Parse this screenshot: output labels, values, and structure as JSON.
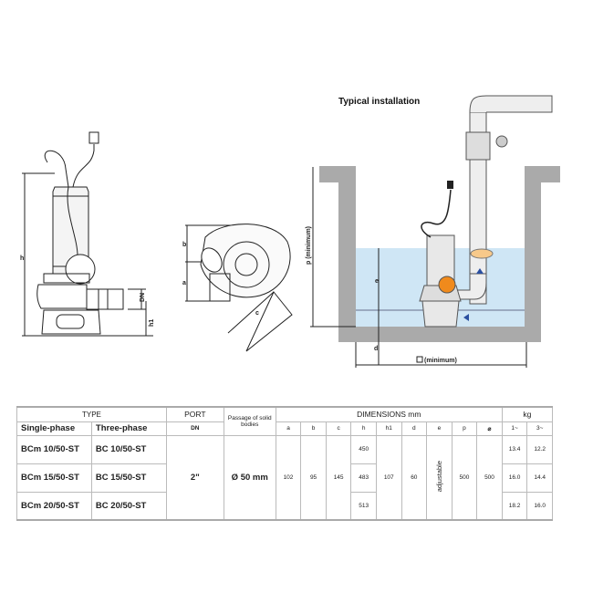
{
  "installation_title": "Typical installation",
  "diagram_labels": {
    "h": "h",
    "dn": "DN",
    "h1": "h1",
    "a": "a",
    "b": "b",
    "c": "c",
    "p_min": "p (minimum)",
    "e": "e",
    "d": "d",
    "diameter_min": "(minimum)"
  },
  "table": {
    "type_header": "TYPE",
    "single_phase": "Single-phase",
    "three_phase": "Three-phase",
    "port_header": "PORT",
    "port_sub": "DN",
    "passage_header": "Passage of solid bodies",
    "dimensions_header": "DIMENSIONS mm",
    "kg_header": "kg",
    "dim_cols": [
      "a",
      "b",
      "c",
      "h",
      "h1",
      "d",
      "e",
      "p",
      "⌀"
    ],
    "kg_cols": [
      "1~",
      "3~"
    ],
    "rows": [
      {
        "single": "BCm 10/50-ST",
        "three": "BC 10/50-ST",
        "h": "450",
        "kg1": "13.4",
        "kg3": "12.2"
      },
      {
        "single": "BCm 15/50-ST",
        "three": "BC 15/50-ST",
        "h": "483",
        "kg1": "16.0",
        "kg3": "14.4"
      },
      {
        "single": "BCm 20/50-ST",
        "three": "BC 20/50-ST",
        "h": "513",
        "kg1": "18.2",
        "kg3": "16.0"
      }
    ],
    "shared": {
      "port": "2\"",
      "passage": "Ø 50 mm",
      "a": "102",
      "b": "95",
      "c": "145",
      "h1": "107",
      "d": "60",
      "e": "adjustable",
      "p": "500",
      "diameter": "500"
    }
  }
}
